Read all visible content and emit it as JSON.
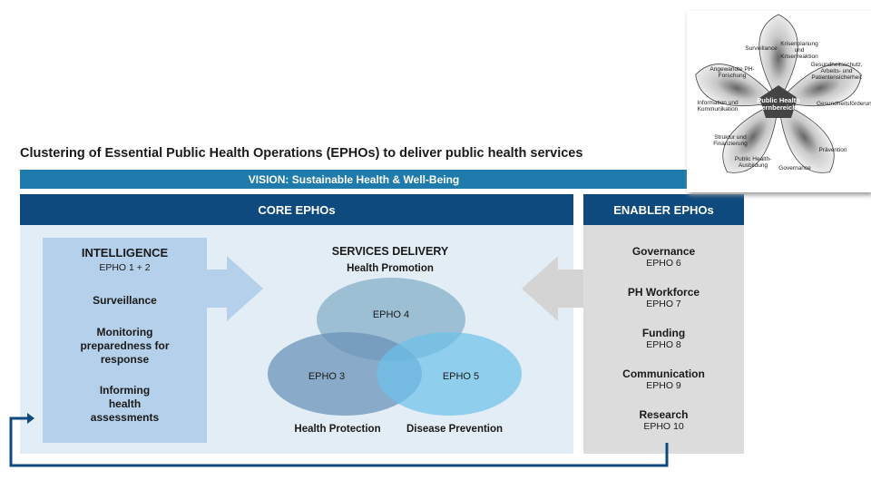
{
  "title": "Clustering of Essential Public Health Operations (EPHOs) to deliver public health services",
  "vision": "VISION:  Sustainable Health & Well-Being",
  "core_header": "CORE EPHOs",
  "enabler_header": "ENABLER EPHOs",
  "intelligence": {
    "title": "INTELLIGENCE",
    "sub": "EPHO 1 + 2",
    "items": [
      "Surveillance",
      "Monitoring preparedness for response",
      "Informing health assessments"
    ]
  },
  "services": {
    "title": "SERVICES DELIVERY",
    "promotion": "Health Promotion",
    "protection": "Health Protection",
    "prevention": "Disease Prevention",
    "epho4": "EPHO 4",
    "epho3": "EPHO 3",
    "epho5": "EPHO 5"
  },
  "enablers": [
    {
      "name": "Governance",
      "code": "EPHO 6"
    },
    {
      "name": "PH Workforce",
      "code": "EPHO 7"
    },
    {
      "name": "Funding",
      "code": "EPHO 8"
    },
    {
      "name": "Communication",
      "code": "EPHO 9"
    },
    {
      "name": "Research",
      "code": "EPHO 10"
    }
  ],
  "flower": {
    "center": "Public Health Kernbereiche",
    "petals": [
      "Surveillance",
      "Krisenplanung und Krisenreaktion",
      "Gesundheitsschutz, Arbeits- und Patientensicherheit",
      "Gesundheitsförderung",
      "Prävention",
      "Governance",
      "Public Health-Ausbildung",
      "Struktur und Finanzierung",
      "Information und Kommunikation",
      "Angewandte PH-Forschung"
    ]
  }
}
